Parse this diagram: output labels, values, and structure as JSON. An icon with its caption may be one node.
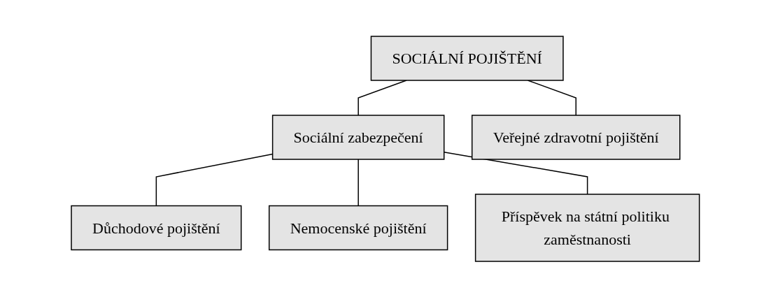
{
  "diagram": {
    "nodes": [
      {
        "text": [
          "SOCIÁLNÍ POJIŠTĚNÍ"
        ]
      },
      {
        "text": [
          "Sociální zabezpečení"
        ]
      },
      {
        "text": [
          "Veřejné zdravotní pojištění"
        ]
      },
      {
        "text": [
          "Důchodové pojištění"
        ]
      },
      {
        "text": [
          "Nemocenské pojištění"
        ]
      },
      {
        "text": [
          "Příspěvek na státní politiku zaměstnanosti"
        ]
      }
    ],
    "edges": [
      {
        "from": 0,
        "to": 1,
        "arrow": "none"
      },
      {
        "from": 0,
        "to": 2,
        "arrow": "none"
      },
      {
        "from": 1,
        "to": 3,
        "arrow": "none"
      },
      {
        "from": 1,
        "to": 4,
        "arrow": "none"
      },
      {
        "from": 1,
        "to": 5,
        "arrow": "none"
      }
    ]
  }
}
